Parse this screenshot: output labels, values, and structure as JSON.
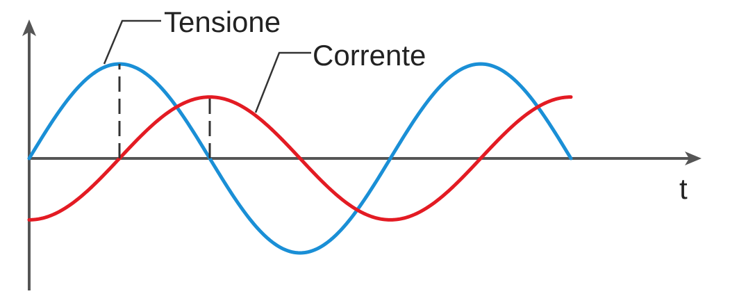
{
  "chart_data": {
    "type": "line",
    "xlabel": "t",
    "ylabel": "",
    "title": "",
    "x_range_degrees": [
      0,
      540
    ],
    "y_range": [
      -1.15,
      1.15
    ],
    "grid": false,
    "series": [
      {
        "name": "Tensione",
        "function": "sine",
        "amplitude": 1.0,
        "phase_degrees": 0,
        "color": "#1a8fd6"
      },
      {
        "name": "Corrente",
        "function": "sine",
        "amplitude": 0.65,
        "phase_degrees": -90,
        "color": "#e31b23"
      }
    ],
    "peak_markers": [
      {
        "series": "Tensione",
        "x_degrees": 90,
        "style": "dashed"
      },
      {
        "series": "Corrente",
        "x_degrees": 180,
        "style": "dashed"
      }
    ],
    "annotations": [
      {
        "text": "Tensione",
        "points_to": "Tensione"
      },
      {
        "text": "Corrente",
        "points_to": "Corrente"
      }
    ]
  },
  "colors": {
    "axis": "#555555",
    "tensione": "#1a8fd6",
    "corrente": "#e31b23",
    "text": "#222222"
  }
}
